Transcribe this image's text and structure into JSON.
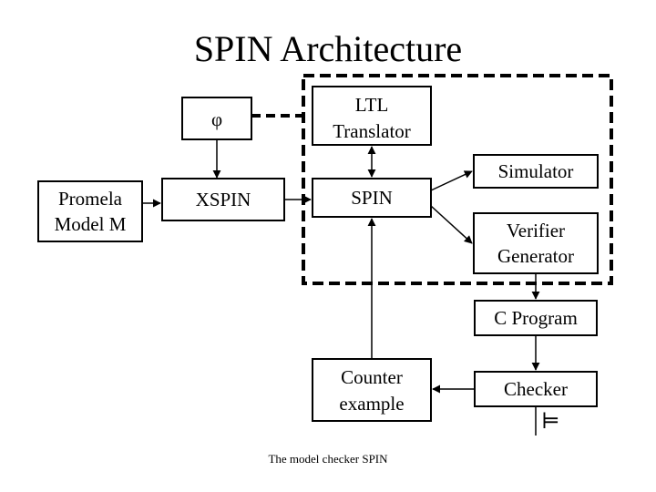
{
  "title": "SPIN Architecture",
  "footer": "The model checker SPIN",
  "nodes": {
    "phi": "φ",
    "ltl_line1": "LTL",
    "ltl_line2": "Translator",
    "promela_line1": "Promela",
    "promela_line2": "Model M",
    "xspin": "XSPIN",
    "spin": "SPIN",
    "simulator": "Simulator",
    "verifier_line1": "Verifier",
    "verifier_line2": "Generator",
    "c_program": "C Program",
    "counter_line1": "Counter",
    "counter_line2": "example",
    "checker": "Checker",
    "models_symbol": "⊨"
  }
}
